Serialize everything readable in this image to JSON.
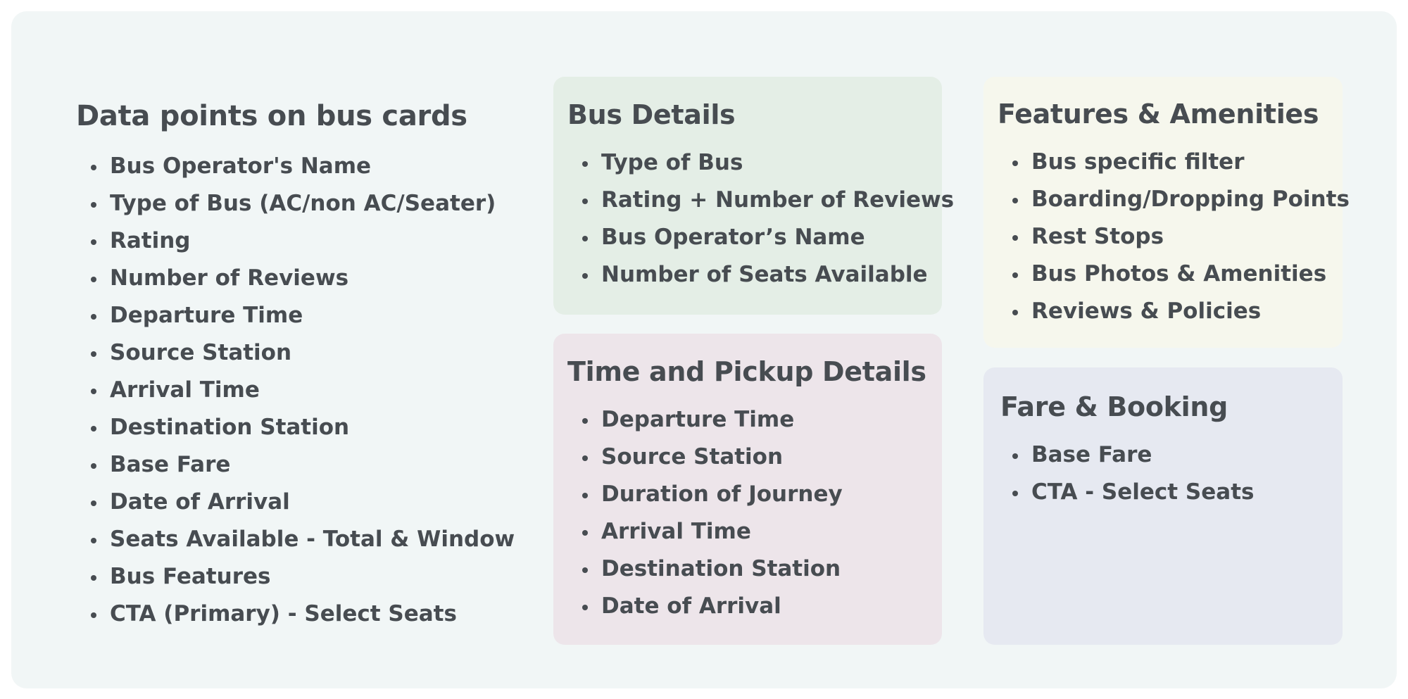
{
  "left_list": {
    "title": "Data points on bus cards",
    "items": [
      "Bus Operator's Name",
      "Type of Bus (AC/non AC/Seater)",
      "Rating",
      "Number of Reviews",
      "Departure Time",
      "Source Station",
      "Arrival Time",
      "Destination Station",
      "Base Fare",
      "Date of Arrival",
      "Seats Available - Total & Window",
      "Bus Features",
      "CTA (Primary) - Select Seats"
    ]
  },
  "bus_details": {
    "title": "Bus Details",
    "color": "#e4eee6",
    "items": [
      "Type of Bus",
      "Rating + Number of Reviews",
      "Bus Operator’s Name",
      "Number of Seats Available"
    ]
  },
  "time_pickup": {
    "title": "Time and Pickup Details",
    "color": "#ede5ea",
    "items": [
      "Departure Time",
      "Source Station",
      "Duration of Journey",
      "Arrival Time",
      "Destination Station",
      "Date of Arrival"
    ]
  },
  "features": {
    "title": "Features & Amenities",
    "color": "#f6f7ed",
    "items": [
      "Bus specific filter",
      "Boarding/Dropping Points",
      "Rest Stops",
      "Bus Photos & Amenities",
      "Reviews & Policies"
    ]
  },
  "fare": {
    "title": "Fare & Booking",
    "color": "#e6e9f1",
    "items": [
      "Base Fare",
      "CTA - Select Seats"
    ]
  }
}
